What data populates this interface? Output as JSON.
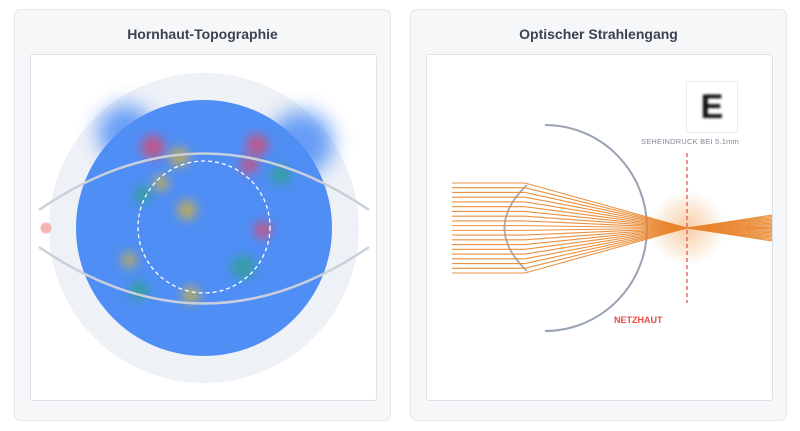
{
  "topography": {
    "title": "Hornhaut-Topographie",
    "colors": {
      "outer_disc": "#eef1f6",
      "cornea": "#4f8ef5",
      "eyelid": "#c9d0dc",
      "zone_ring": "#ffffff",
      "side_dot": "#f8b4b4"
    },
    "hotspots": [
      {
        "color": "#e04a6a"
      },
      {
        "color": "#d4b13a"
      },
      {
        "color": "#2fa38a"
      },
      {
        "color": "#d4b13a"
      },
      {
        "color": "#e04a6a"
      },
      {
        "color": "#2fa38a"
      },
      {
        "color": "#d4b13a"
      },
      {
        "color": "#e04a6a"
      },
      {
        "color": "#d4b13a"
      },
      {
        "color": "#2fa38a"
      },
      {
        "color": "#d4b13a"
      },
      {
        "color": "#2fa38a"
      },
      {
        "color": "#e04a6a"
      }
    ]
  },
  "optics": {
    "title": "Optischer Strahlengang",
    "chart_letter": "E",
    "vision_label": "SEHEINDRUCK BEI 5.1mm",
    "retina_label": "NETZHAUT",
    "ray_count": 20,
    "colors": {
      "ray": "#e8852c",
      "eyeball": "#98a3b3",
      "lens": "#a6afbd",
      "focal_line": "#e25555",
      "glow": "#f6c79a"
    }
  }
}
